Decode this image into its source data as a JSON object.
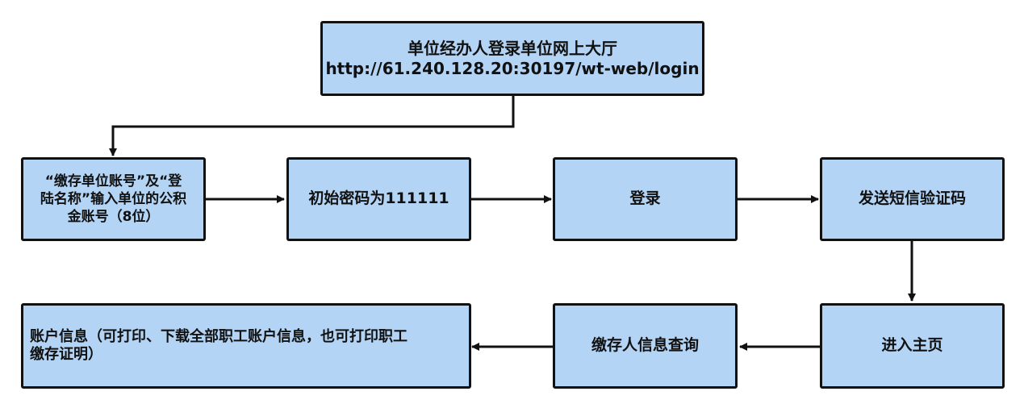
{
  "nodes": {
    "start": {
      "line1": "单位经办人登录单位网上大厅",
      "line2": "http://61.240.128.20:30197/wt-web/login"
    },
    "input_account": {
      "line1": "“缴存单位账号”及“登",
      "line2": "陆名称”输入单位的公积",
      "line3": "金账号（8位）"
    },
    "initial_password": {
      "text": "初始密码为111111"
    },
    "login": {
      "text": "登录"
    },
    "sms_code": {
      "text": "发送短信验证码"
    },
    "home": {
      "text": "进入主页"
    },
    "depositor_query": {
      "text": "缴存人信息查询"
    },
    "account_info": {
      "line1": "账户信息（可打印、下载全部职工账户信息，也可打印职工",
      "line2": "缴存证明）"
    }
  },
  "colors": {
    "node_fill": "#b3d4f5",
    "node_border": "#111111",
    "arrow": "#111111"
  }
}
